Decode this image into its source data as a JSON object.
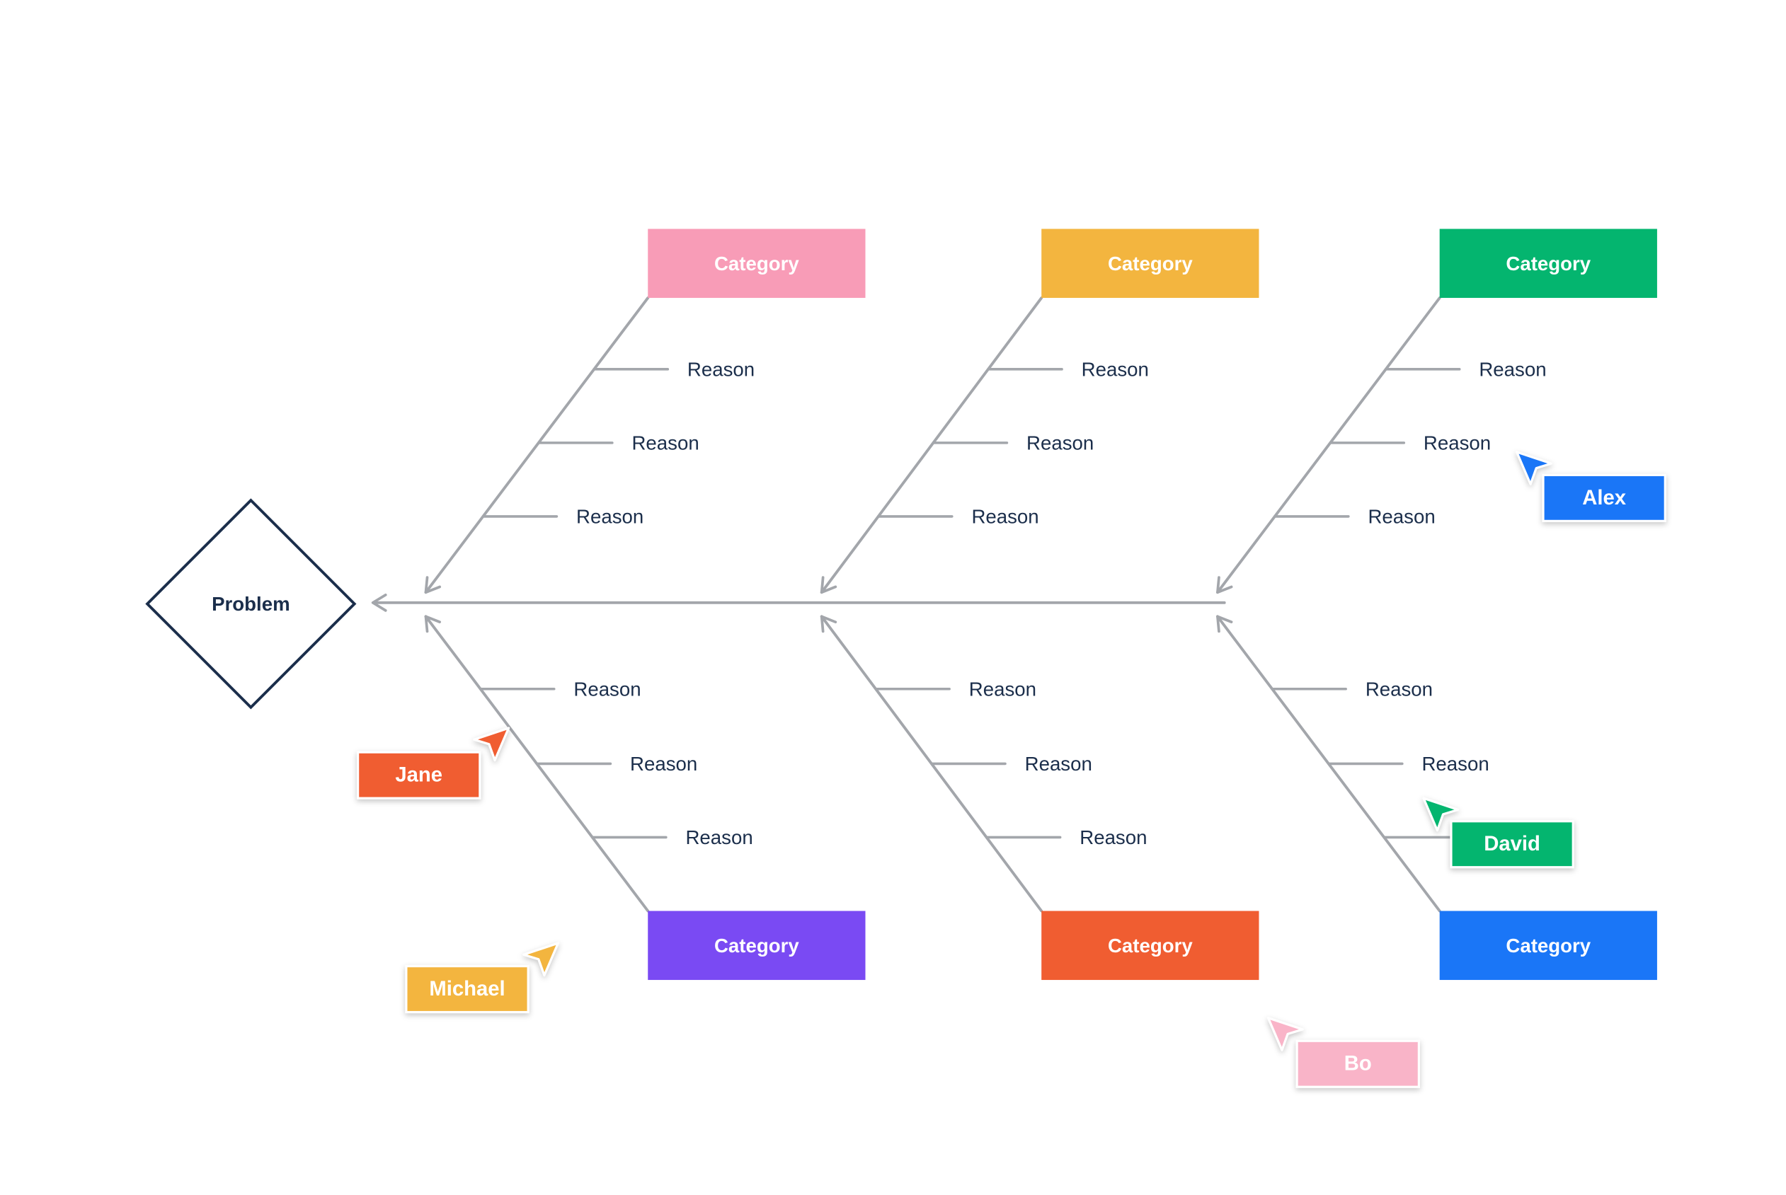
{
  "problem": {
    "label": "Problem",
    "stroke": "#1b2e4b"
  },
  "spine_color": "#a3a6ab",
  "text_color": "#1b2e4b",
  "categories": [
    {
      "label": "Category",
      "color": "#f89cb7",
      "reasons": [
        "Reason",
        "Reason",
        "Reason"
      ]
    },
    {
      "label": "Category",
      "color": "#f3b53f",
      "reasons": [
        "Reason",
        "Reason",
        "Reason"
      ]
    },
    {
      "label": "Category",
      "color": "#04b56f",
      "reasons": [
        "Reason",
        "Reason",
        "Reason"
      ]
    },
    {
      "label": "Category",
      "color": "#7a4af3",
      "reasons": [
        "Reason",
        "Reason",
        "Reason"
      ]
    },
    {
      "label": "Category",
      "color": "#f05d31",
      "reasons": [
        "Reason",
        "Reason",
        "Reason"
      ]
    },
    {
      "label": "Category",
      "color": "#1a76f7",
      "reasons": [
        "Reason",
        "Reason",
        "Reason"
      ]
    }
  ],
  "collaborators": [
    {
      "name": "Alex",
      "color": "#1a76f7",
      "icon": "cursor-pointer-icon"
    },
    {
      "name": "Jane",
      "color": "#f05d31",
      "icon": "cursor-pointer-icon"
    },
    {
      "name": "David",
      "color": "#04b56f",
      "icon": "cursor-pointer-icon"
    },
    {
      "name": "Michael",
      "color": "#f3b53f",
      "icon": "cursor-pointer-icon"
    },
    {
      "name": "Bo",
      "color": "#f9b4c8",
      "icon": "cursor-pointer-icon"
    }
  ]
}
